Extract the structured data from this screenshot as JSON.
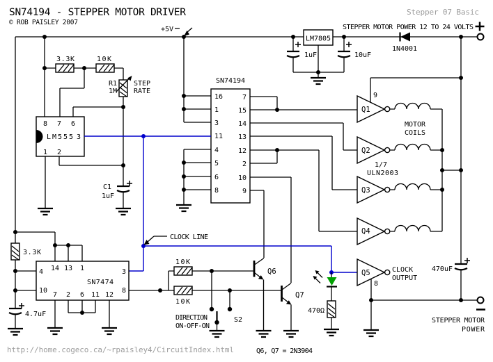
{
  "header": {
    "title": "SN74194 - STEPPER MOTOR DRIVER",
    "copyright": "© ROB PAISLEY 2007",
    "watermark": "Stepper 07 Basic"
  },
  "footer": {
    "url": "http://home.cogeco.ca/~rpaisley4/CircuitIndex.html",
    "transistor_note": "Q6, Q7 = 2N3904"
  },
  "power": {
    "input_label": "STEPPER MOTOR POWER 12 TO 24 VOLTS",
    "regulator": "LM7805",
    "diode": "1N4001",
    "cap_out": "1uF",
    "cap_in": "10uF",
    "rail": "+5V",
    "bulk_cap": "470uF",
    "output_line1": "STEPPER MOTOR",
    "output_line2": "POWER"
  },
  "timer": {
    "part": "LM555",
    "pin8": "8",
    "pin7": "7",
    "pin6": "6",
    "pin1": "1",
    "pin2": "2",
    "pin3": "3",
    "r_top": "3.3K",
    "r_charge": "10K",
    "pot_ref": "R1",
    "pot_value": "1M",
    "pot_line1": "STEP",
    "pot_line2": "RATE",
    "cap_ref": "C1",
    "cap_value": "1uF"
  },
  "register": {
    "part": "SN74194",
    "left_pins": [
      "16",
      "1",
      "3",
      "11",
      "4",
      "5",
      "6",
      "8"
    ],
    "right_pins": [
      "7",
      "15",
      "14",
      "13",
      "12",
      "2",
      "10",
      "9"
    ]
  },
  "flipflop": {
    "part": "SN7474",
    "top_pins": [
      "14",
      "13",
      "1"
    ],
    "left_pins": [
      "4",
      "10"
    ],
    "right_pins": [
      "3",
      "8"
    ],
    "bottom_pins": [
      "7",
      "2",
      "6",
      "11",
      "12"
    ],
    "resistor": "3.3K",
    "cap": "4.7uF"
  },
  "drivers": {
    "buffers": [
      "Q1",
      "Q2",
      "Q3",
      "Q4"
    ],
    "com_pin": "9",
    "part_line1": "1/7",
    "part_line2": "ULN2003",
    "coils_line1": "MOTOR",
    "coils_line2": "COILS"
  },
  "clock": {
    "line_label": "CLOCK LINE",
    "buffer": "Q5",
    "pin": "8",
    "out_line1": "CLOCK",
    "out_line2": "OUTPUT",
    "led_resistor": "470Ω"
  },
  "direction": {
    "r_top": "10K",
    "r_bottom": "10K",
    "label_line1": "DIRECTION",
    "label_line2": "ON-OFF-ON",
    "switch": "S2",
    "q6": "Q6",
    "q7": "Q7"
  },
  "colors": {
    "wire": "#000000",
    "clock_net": "#0000cc",
    "led": "#00a000",
    "muted": "#9c9c9c"
  }
}
